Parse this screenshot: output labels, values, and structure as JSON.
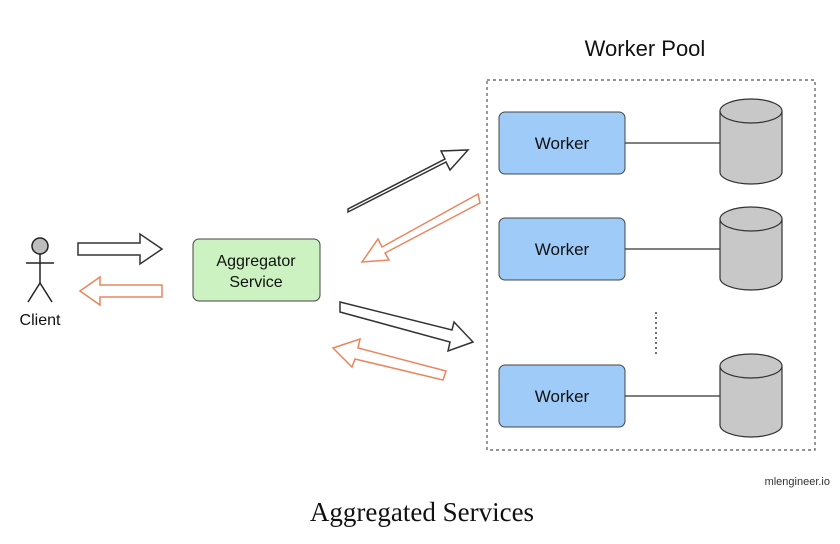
{
  "pool": {
    "title": "Worker Pool"
  },
  "client": {
    "label": "Client"
  },
  "aggregator": {
    "line1": "Aggregator",
    "line2": "Service"
  },
  "workers": [
    {
      "label": "Worker"
    },
    {
      "label": "Worker"
    },
    {
      "label": "Worker"
    }
  ],
  "watermark": "mlengineer.io",
  "caption": "Aggregated Services",
  "colors": {
    "aggregator_fill": "#ccf2c2",
    "worker_fill": "#9ecbf7",
    "database_fill": "#c8c8c8",
    "request_arrow": "#333333",
    "response_arrow": "#e8865e"
  }
}
